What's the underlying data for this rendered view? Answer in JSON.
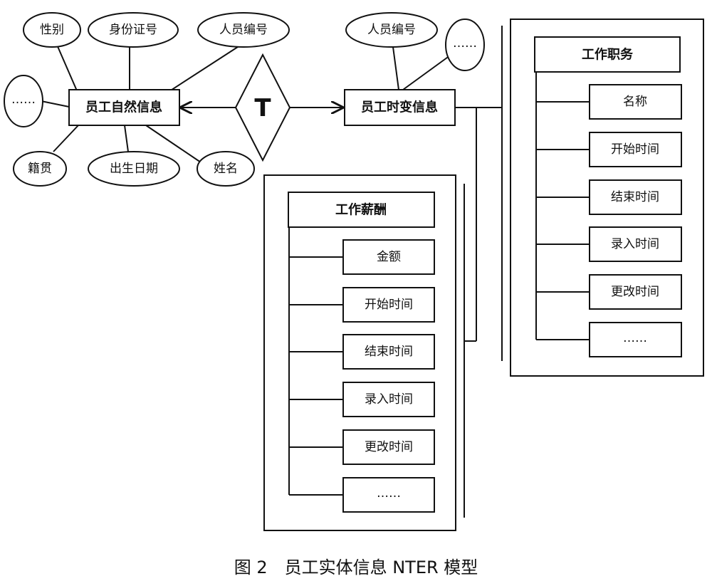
{
  "natural_entity": {
    "title": "员工自然信息",
    "attributes": [
      "性别",
      "身份证号",
      "人员编号",
      "……",
      "籍贯",
      "出生日期",
      "姓名"
    ]
  },
  "time_relation": {
    "label": "T"
  },
  "time_varying_entity": {
    "title": "员工时变信息",
    "attributes": [
      "人员编号",
      "……"
    ]
  },
  "job_duty": {
    "title": "工作职务",
    "fields": [
      "名称",
      "开始时间",
      "结束时间",
      "录入时间",
      "更改时间",
      "……"
    ]
  },
  "salary": {
    "title": "工作薪酬",
    "fields": [
      "金额",
      "开始时间",
      "结束时间",
      "录入时间",
      "更改时间",
      "……"
    ]
  },
  "caption": "图 2　员工实体信息 NTER 模型"
}
